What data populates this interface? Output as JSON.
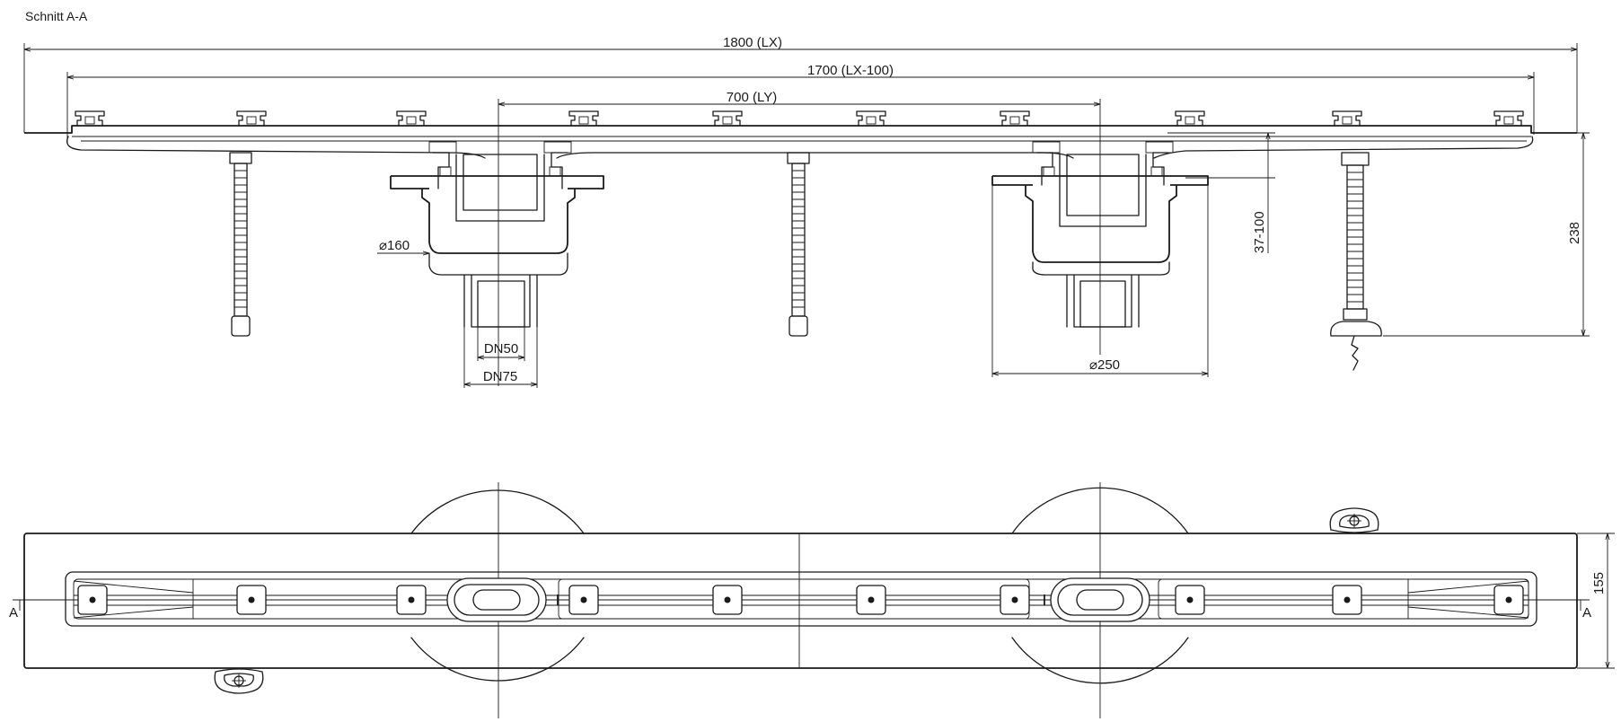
{
  "title": "Schnitt A-A",
  "dimensions": {
    "overall_length": "1800 (LX)",
    "inner_length": "1700 (LX-100)",
    "drain_spacing": "700 (LY)",
    "height_adjust": "37-100",
    "total_height": "238",
    "width": "155",
    "flange_diameter_small": "⌀160",
    "flange_diameter_large": "⌀250",
    "outlet_dn_inner": "DN50",
    "outlet_dn_outer": "DN75"
  },
  "section_markers": {
    "left": "A",
    "right": "A"
  },
  "views": [
    "section-view",
    "plan-view"
  ],
  "colors": {
    "line": "#1a1a1a",
    "background": "#ffffff"
  }
}
